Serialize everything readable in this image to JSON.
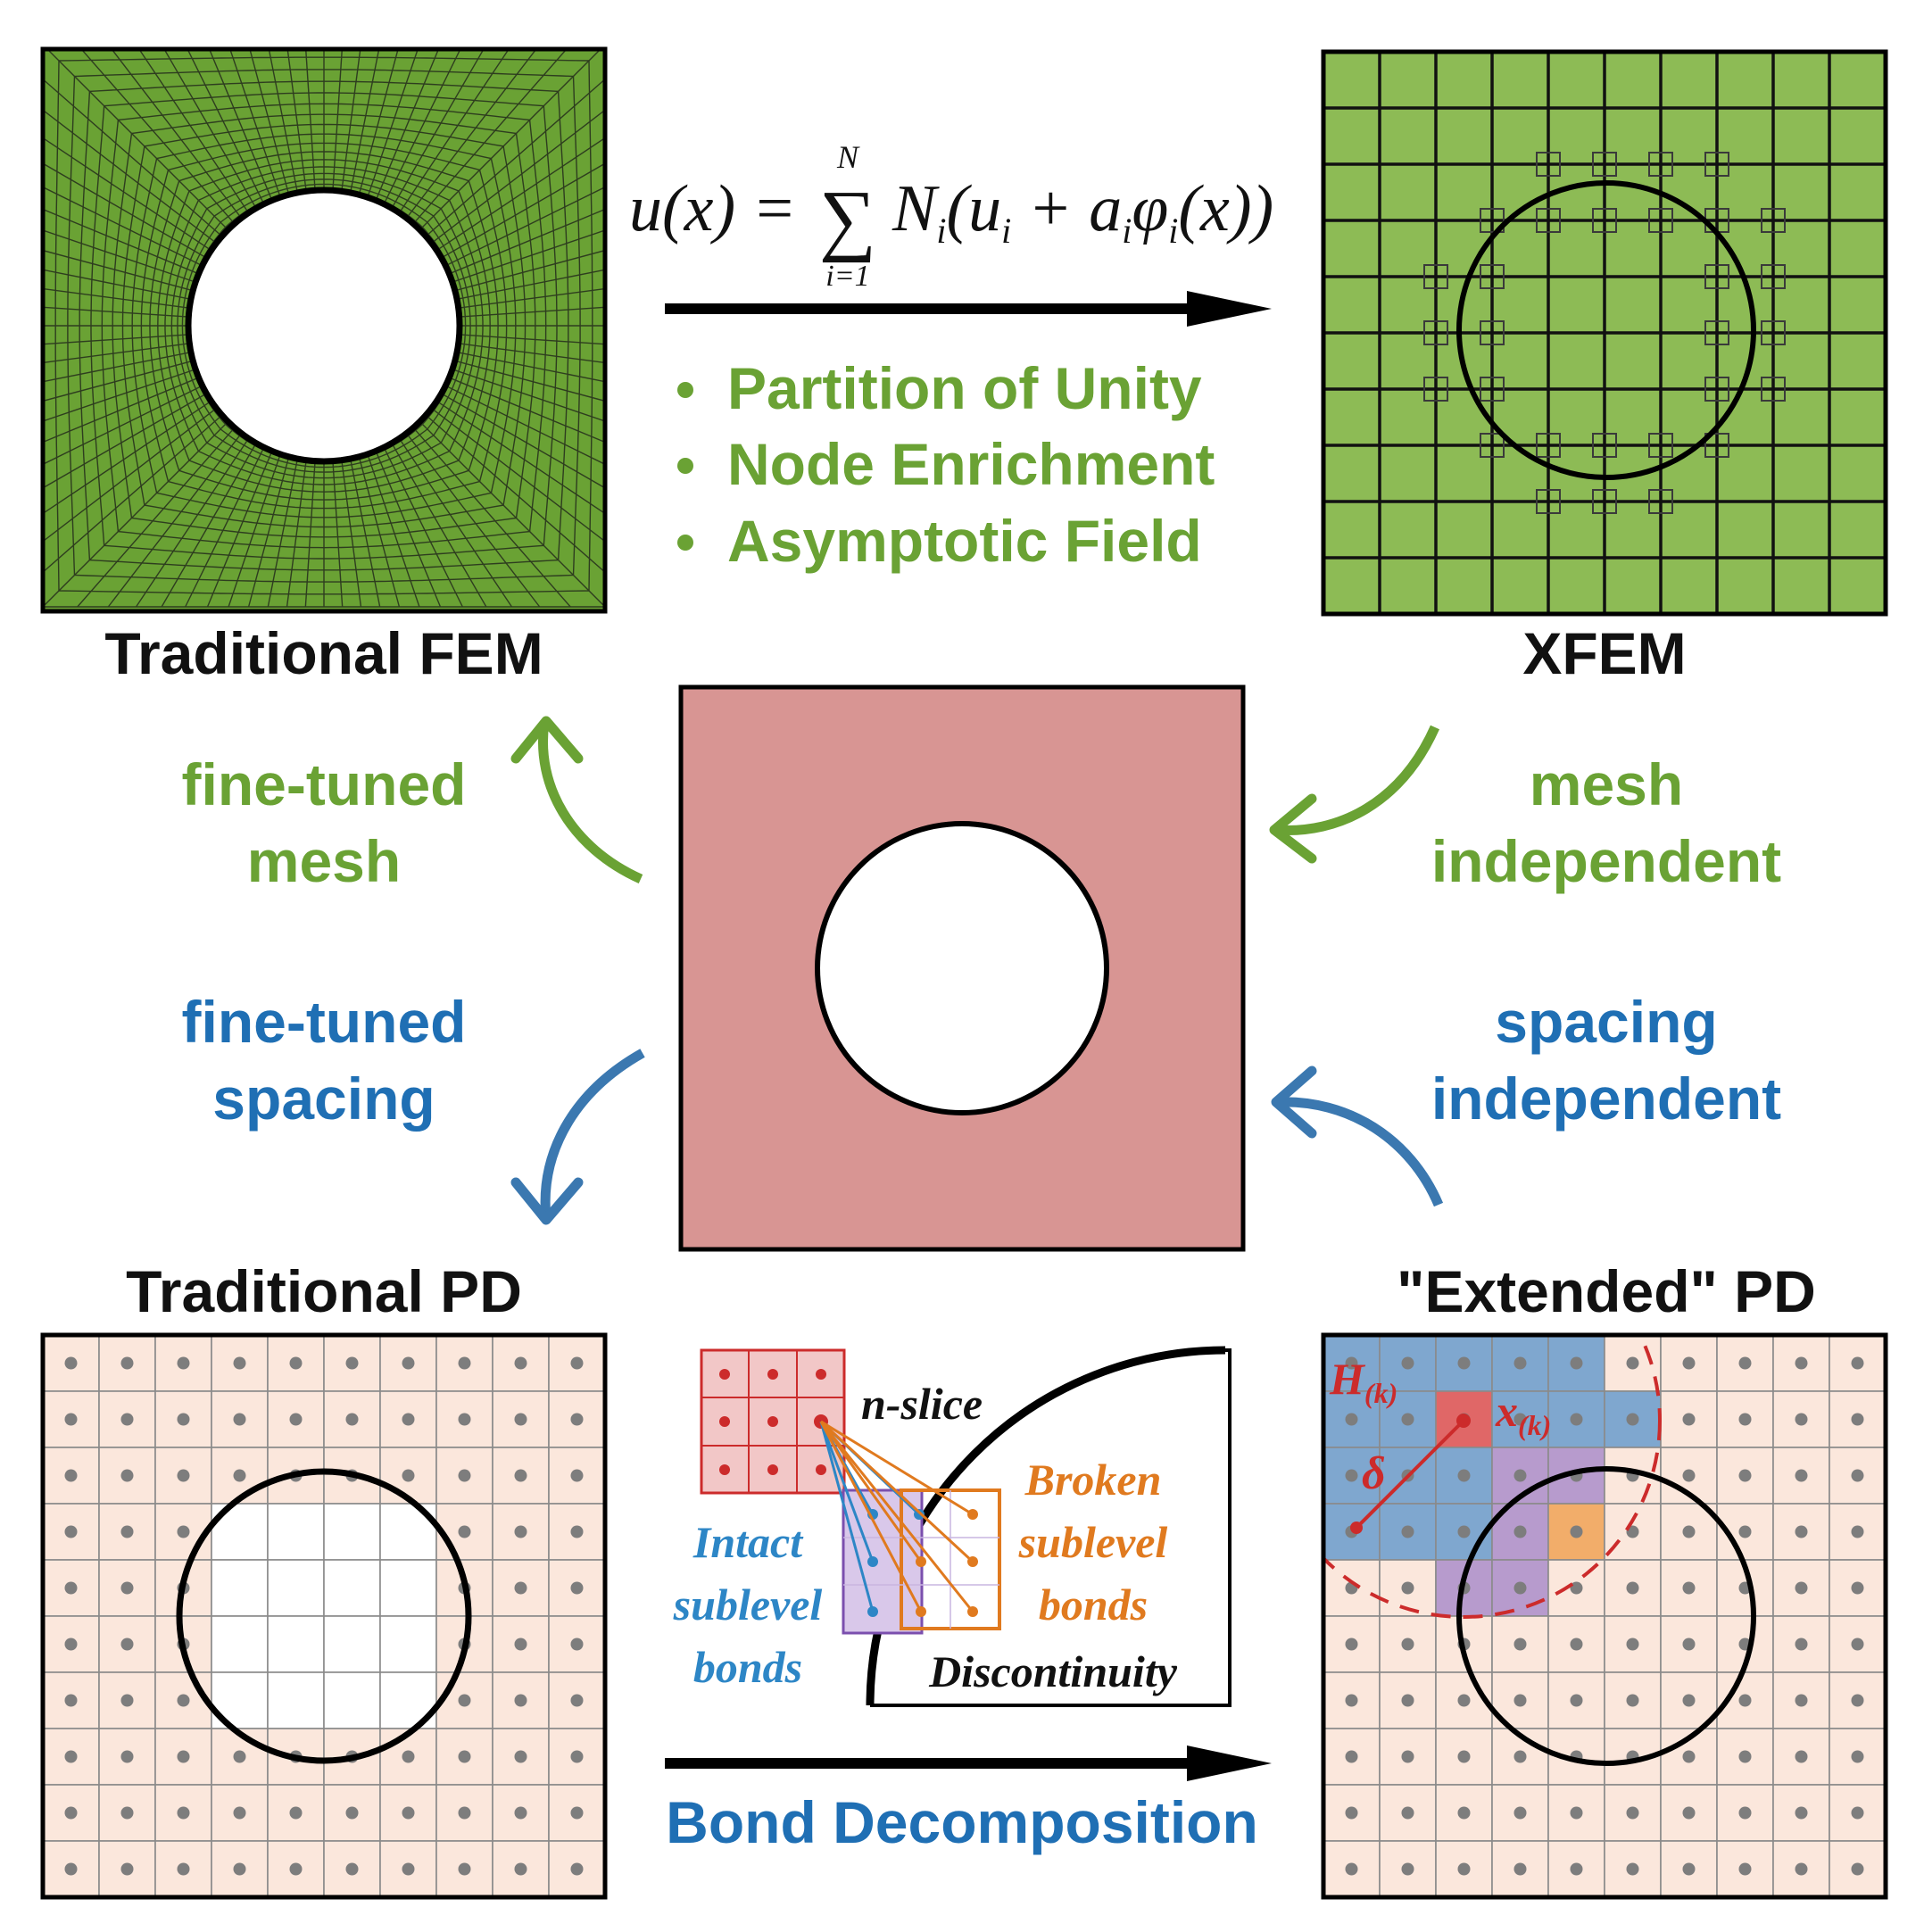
{
  "panels": {
    "traditional_fem": {
      "title": "Traditional FEM"
    },
    "xfem": {
      "title": "XFEM"
    },
    "traditional_pd": {
      "title": "Traditional PD"
    },
    "extended_pd": {
      "title": "\"Extended\" PD",
      "horizon_label": "H",
      "horizon_sub": "(k)",
      "point_label": "x",
      "point_sub": "(k)",
      "delta_label": "δ"
    }
  },
  "equation": {
    "lhs": "u(x) = ",
    "sum_top": "N",
    "sum_bottom": "i=1",
    "rhs": "N",
    "rhs_sub": "i",
    "rhs_open": "(u",
    "rhs_u_sub": "i",
    "rhs_plus": " + a",
    "rhs_a_sub": "i",
    "rhs_phi": "φ",
    "rhs_phi_sub": "i",
    "rhs_close": "(x))"
  },
  "xfem_features": [
    "Partition of Unity",
    "Node Enrichment",
    "Asymptotic Field"
  ],
  "arrows": {
    "to_fem": {
      "line1": "fine-tuned",
      "line2": "mesh"
    },
    "from_xfem": {
      "line1": "mesh",
      "line2": "independent"
    },
    "to_pd": {
      "line1": "fine-tuned",
      "line2": "spacing"
    },
    "from_epd": {
      "line1": "spacing",
      "line2": "independent"
    }
  },
  "bond_decomposition": {
    "n_slice": "n-slice",
    "broken_line1": "Broken",
    "broken_line2": "sublevel",
    "broken_line3": "bonds",
    "intact_line1": "Intact",
    "intact_line2": "sublevel",
    "intact_line3": "bonds",
    "discontinuity": "Discontinuity",
    "caption": "Bond Decomposition"
  },
  "colors": {
    "green": "#6aa234",
    "mesh_green": "#8dbb55",
    "blue": "#1f6fb4",
    "arrow_blue": "#3b78b0",
    "orange": "#e07a1f",
    "red": "#cc2b2b",
    "center_fill": "#d89593",
    "pd_fill": "#fbe7dc",
    "horizon_blue": "#7fa7cf",
    "purple": "#b79bcd"
  }
}
